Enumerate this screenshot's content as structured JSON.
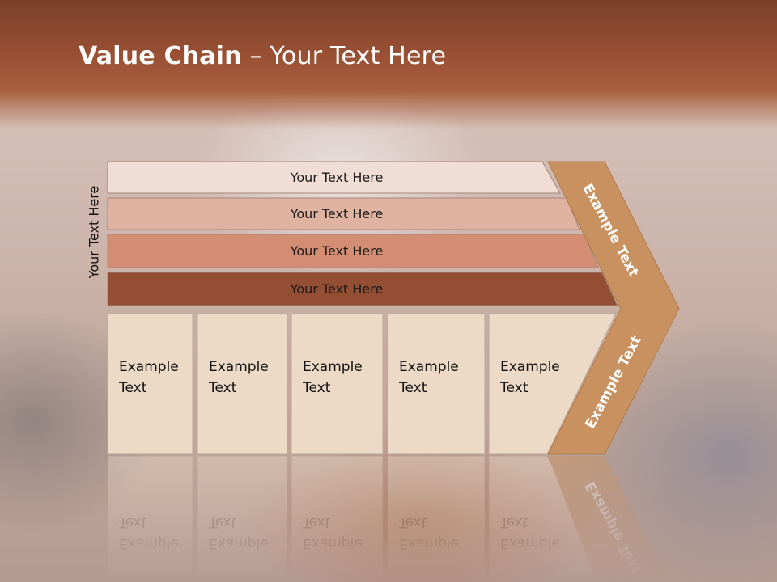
{
  "slide": {
    "title_bold": "Value Chain",
    "title_rest": " – Your Text Here",
    "side_label": "Your Text Here"
  },
  "bars": [
    {
      "label": "Your Text Here",
      "color": "#f0ddd5"
    },
    {
      "label": "Your Text Here",
      "color": "#e0b2a0"
    },
    {
      "label": "Your Text Here",
      "color": "#d38d72"
    },
    {
      "label": "Your Text Here",
      "color": "#944e33"
    }
  ],
  "activities": [
    {
      "line1": "Example",
      "line2": "Text"
    },
    {
      "line1": "Example",
      "line2": "Text"
    },
    {
      "line1": "Example",
      "line2": "Text"
    },
    {
      "line1": "Example",
      "line2": "Text"
    },
    {
      "line1": "Example",
      "line2": "Text"
    }
  ],
  "arrow": {
    "upper_label": "Example Text",
    "lower_label": "Example Text",
    "color": "#c8915f"
  },
  "colors": {
    "box_fill": "#ecd9c6",
    "box_stroke": "#b9a89a"
  }
}
